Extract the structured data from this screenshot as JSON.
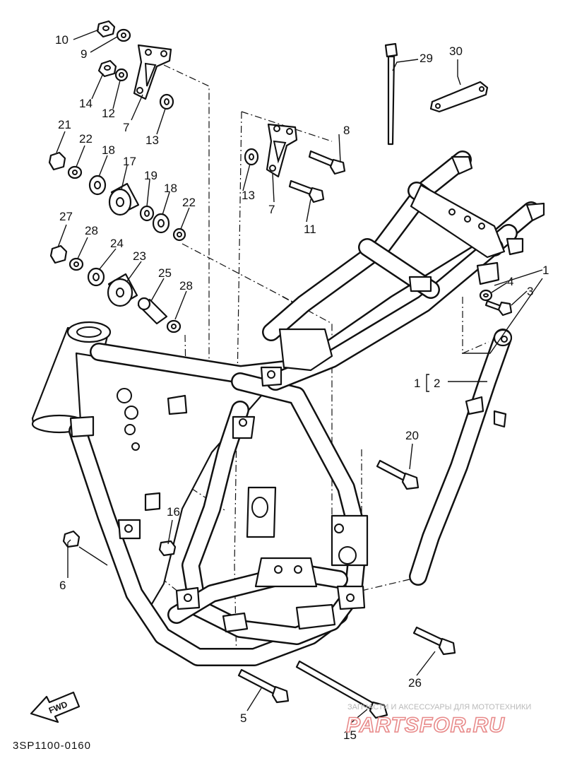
{
  "diagram": {
    "callouts": [
      {
        "id": "c10",
        "text": "10"
      },
      {
        "id": "c9",
        "text": "9"
      },
      {
        "id": "c14",
        "text": "14"
      },
      {
        "id": "c12",
        "text": "12"
      },
      {
        "id": "c7a",
        "text": "7"
      },
      {
        "id": "c13a",
        "text": "13"
      },
      {
        "id": "c21",
        "text": "21"
      },
      {
        "id": "c22a",
        "text": "22"
      },
      {
        "id": "c18a",
        "text": "18"
      },
      {
        "id": "c17",
        "text": "17"
      },
      {
        "id": "c19",
        "text": "19"
      },
      {
        "id": "c18b",
        "text": "18"
      },
      {
        "id": "c22b",
        "text": "22"
      },
      {
        "id": "c27",
        "text": "27"
      },
      {
        "id": "c28a",
        "text": "28"
      },
      {
        "id": "c24",
        "text": "24"
      },
      {
        "id": "c23",
        "text": "23"
      },
      {
        "id": "c25",
        "text": "25"
      },
      {
        "id": "c28b",
        "text": "28"
      },
      {
        "id": "c8",
        "text": "8"
      },
      {
        "id": "c13b",
        "text": "13"
      },
      {
        "id": "c7b",
        "text": "7"
      },
      {
        "id": "c11",
        "text": "11"
      },
      {
        "id": "c29",
        "text": "29"
      },
      {
        "id": "c30",
        "text": "30"
      },
      {
        "id": "c1a",
        "text": "1"
      },
      {
        "id": "c4",
        "text": "4"
      },
      {
        "id": "c3",
        "text": "3"
      },
      {
        "id": "c1b",
        "text": "1"
      },
      {
        "id": "c2",
        "text": "2"
      },
      {
        "id": "c20",
        "text": "20"
      },
      {
        "id": "c16",
        "text": "16"
      },
      {
        "id": "c6",
        "text": "6"
      },
      {
        "id": "c26",
        "text": "26"
      },
      {
        "id": "c5",
        "text": "5"
      },
      {
        "id": "c15",
        "text": "15"
      }
    ],
    "fwd_label": "FWD",
    "diagram_code": "3SP1100-0160"
  },
  "watermark": {
    "line1": "ЗАПЧАСТИ И АКСЕССУАРЫ ДЛЯ МОТОТЕХНИКИ",
    "line2": "PARTSFOR.RU",
    "color": "#e88a8a"
  }
}
